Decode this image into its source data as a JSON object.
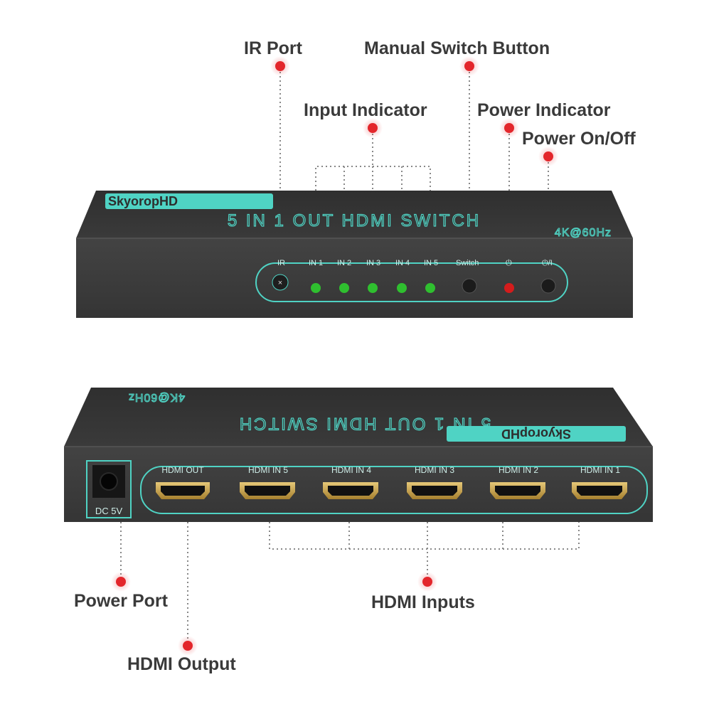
{
  "callouts": {
    "ir_port": "IR Port",
    "manual_switch_button": "Manual Switch Button",
    "input_indicator": "Input Indicator",
    "power_indicator": "Power Indicator",
    "power_on_off": "Power On/Off",
    "power_port": "Power Port",
    "hdmi_inputs": "HDMI Inputs",
    "hdmi_output": "HDMI Output"
  },
  "front_panel": {
    "brand": "SkyoropHD",
    "title": "5 IN 1 OUT HDMI SWITCH",
    "resolution": "4K@60Hz",
    "labels": {
      "ir": "IR",
      "in1": "IN 1",
      "in2": "IN 2",
      "in3": "IN 3",
      "in4": "IN 4",
      "in5": "IN 5",
      "switch": "Switch",
      "power_symbol": "⏻",
      "onoff_symbol": "⏻/I"
    }
  },
  "back_panel": {
    "brand": "SkyoropHD",
    "title": "5 IN 1 OUT HDMI SWITCH",
    "resolution": "4K@60Hz",
    "dc_label": "DC 5V",
    "ports": {
      "out": "HDMI OUT",
      "in5": "HDMI IN 5",
      "in4": "HDMI IN 4",
      "in3": "HDMI IN 3",
      "in2": "HDMI IN 2",
      "in1": "HDMI IN 1"
    }
  },
  "colors": {
    "accent": "#4fd3c4",
    "body_dark": "#3b3b3b",
    "body_top": "#2e2e2e",
    "led_green": "#2fbf2f",
    "led_red": "#d41c1c",
    "marker_red": "#e3262b",
    "hdmi_gold": "#c9a24a"
  }
}
